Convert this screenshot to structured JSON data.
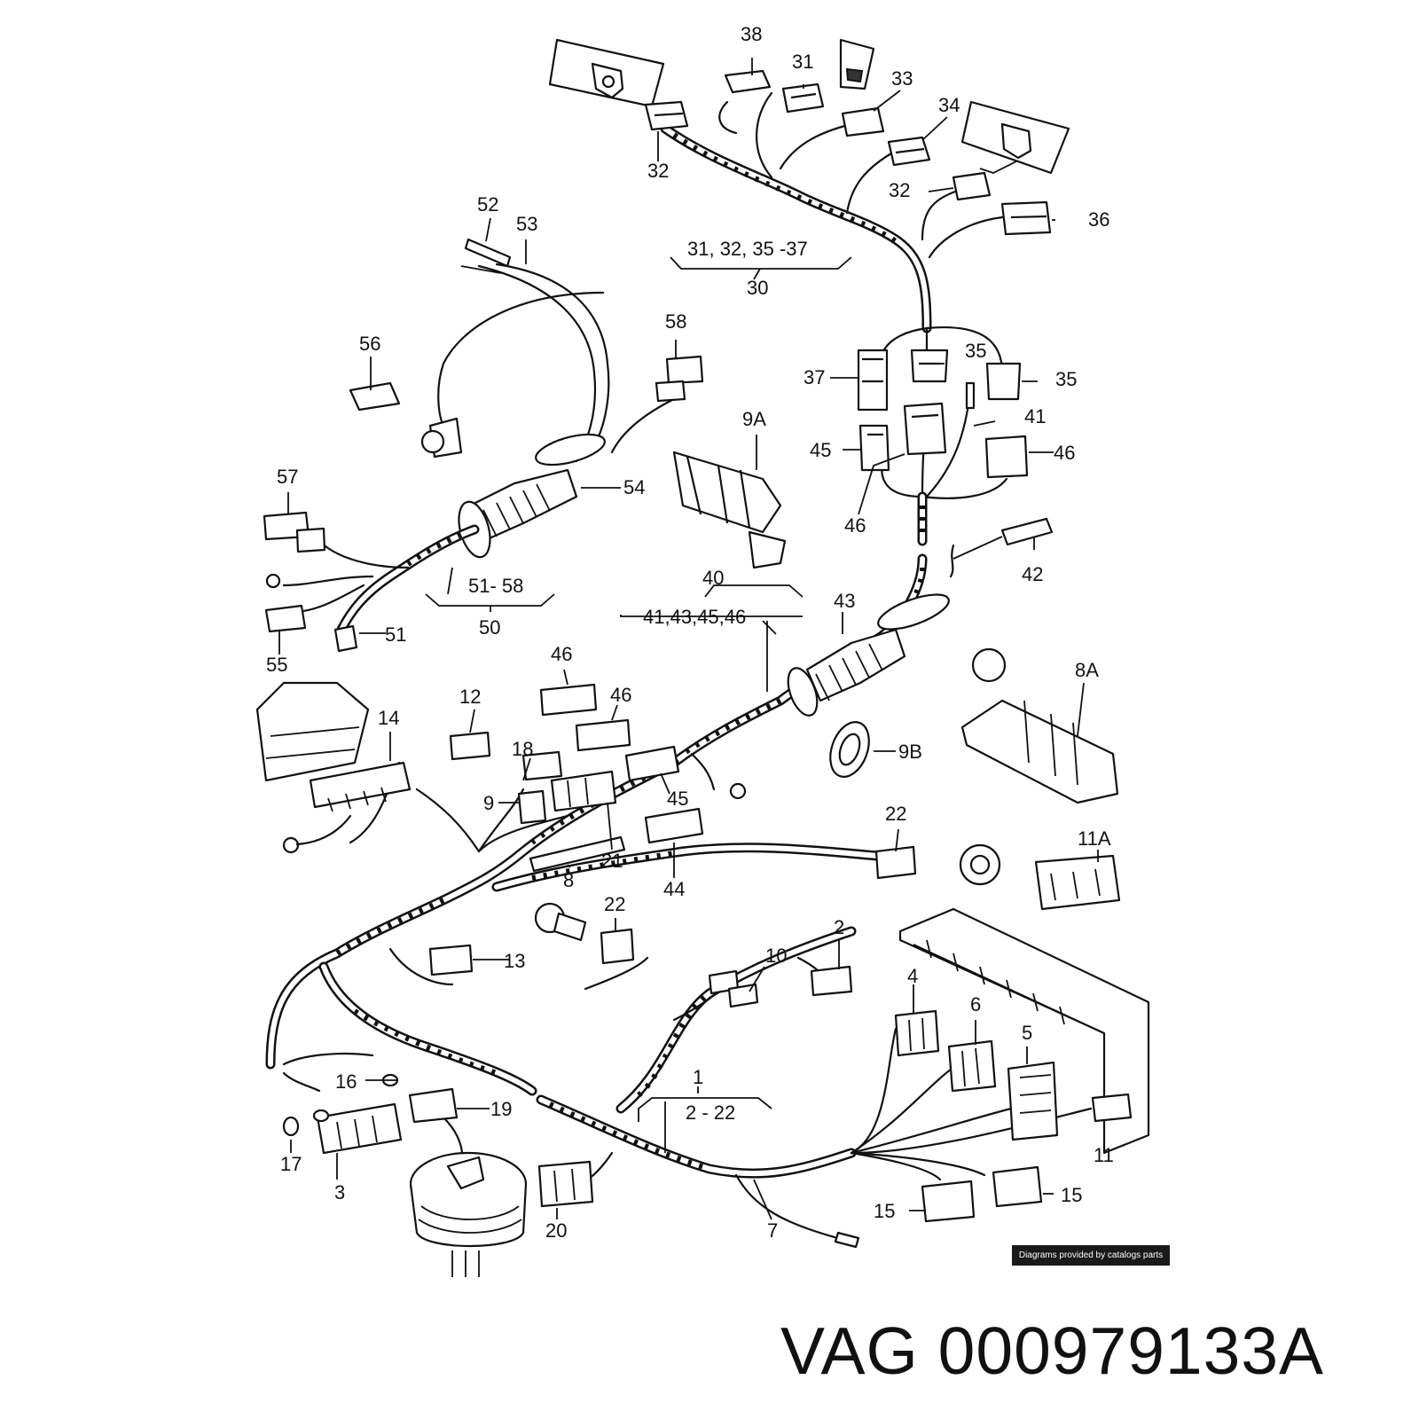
{
  "callouts": [
    {
      "id": "38",
      "text": "38"
    },
    {
      "id": "31",
      "text": "31"
    },
    {
      "id": "33",
      "text": "33"
    },
    {
      "id": "34",
      "text": "34"
    },
    {
      "id": "32a",
      "text": "32"
    },
    {
      "id": "32b",
      "text": "32"
    },
    {
      "id": "36",
      "text": "36"
    },
    {
      "id": "52",
      "text": "52"
    },
    {
      "id": "53",
      "text": "53"
    },
    {
      "id": "group30",
      "text": "31, 32, 35 -37"
    },
    {
      "id": "30",
      "text": "30"
    },
    {
      "id": "58",
      "text": "58"
    },
    {
      "id": "56",
      "text": "56"
    },
    {
      "id": "35a",
      "text": "35"
    },
    {
      "id": "35b",
      "text": "35"
    },
    {
      "id": "37",
      "text": "37"
    },
    {
      "id": "9A",
      "text": "9A"
    },
    {
      "id": "41",
      "text": "41"
    },
    {
      "id": "45a",
      "text": "45"
    },
    {
      "id": "46a",
      "text": "46"
    },
    {
      "id": "46b",
      "text": "46"
    },
    {
      "id": "57",
      "text": "57"
    },
    {
      "id": "54",
      "text": "54"
    },
    {
      "id": "42",
      "text": "42"
    },
    {
      "id": "40",
      "text": "40"
    },
    {
      "id": "group40",
      "text": "41,43,45,46"
    },
    {
      "id": "group50",
      "text": "51- 58"
    },
    {
      "id": "50",
      "text": "50"
    },
    {
      "id": "43",
      "text": "43"
    },
    {
      "id": "51",
      "text": "51"
    },
    {
      "id": "55",
      "text": "55"
    },
    {
      "id": "46c",
      "text": "46"
    },
    {
      "id": "46d",
      "text": "46"
    },
    {
      "id": "8A",
      "text": "8A"
    },
    {
      "id": "12",
      "text": "12"
    },
    {
      "id": "14",
      "text": "14"
    },
    {
      "id": "18",
      "text": "18"
    },
    {
      "id": "9B",
      "text": "9B"
    },
    {
      "id": "9",
      "text": "9"
    },
    {
      "id": "45b",
      "text": "45"
    },
    {
      "id": "21",
      "text": "21"
    },
    {
      "id": "22a",
      "text": "22"
    },
    {
      "id": "11A",
      "text": "11A"
    },
    {
      "id": "8",
      "text": "8"
    },
    {
      "id": "44",
      "text": "44"
    },
    {
      "id": "22b",
      "text": "22"
    },
    {
      "id": "2",
      "text": "2"
    },
    {
      "id": "13",
      "text": "13"
    },
    {
      "id": "10",
      "text": "10"
    },
    {
      "id": "4",
      "text": "4"
    },
    {
      "id": "6",
      "text": "6"
    },
    {
      "id": "5",
      "text": "5"
    },
    {
      "id": "1",
      "text": "1"
    },
    {
      "id": "group1",
      "text": "2 - 22"
    },
    {
      "id": "16",
      "text": "16"
    },
    {
      "id": "19",
      "text": "19"
    },
    {
      "id": "17",
      "text": "17"
    },
    {
      "id": "3",
      "text": "3"
    },
    {
      "id": "11",
      "text": "11"
    },
    {
      "id": "15a",
      "text": "15"
    },
    {
      "id": "15b",
      "text": "15"
    },
    {
      "id": "20",
      "text": "20"
    },
    {
      "id": "7",
      "text": "7"
    }
  ],
  "credit": "Diagrams provided by catalogs parts",
  "part_number": "VAG 000979133A"
}
